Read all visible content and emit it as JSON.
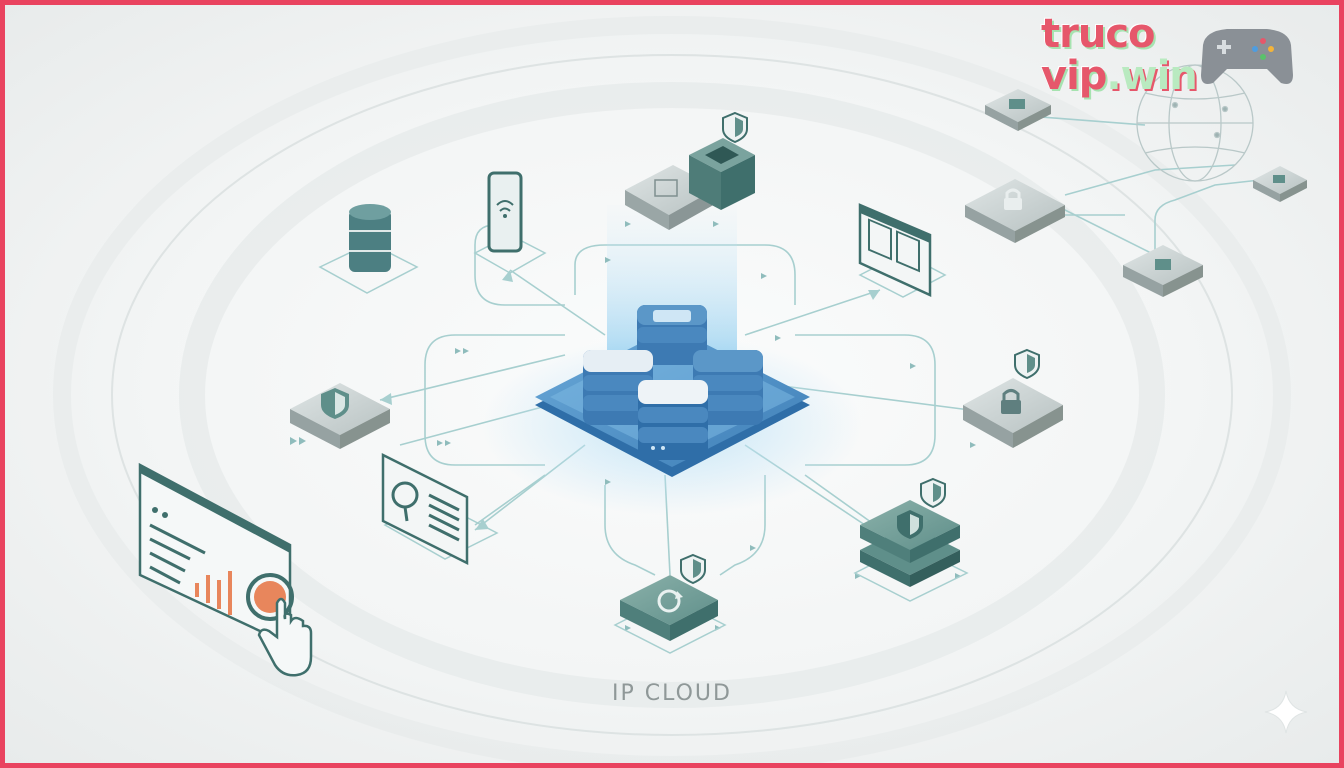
{
  "caption": {
    "text": "IP CLOUD"
  },
  "logo": {
    "line1": "truco",
    "line2_word": "vip",
    "line2_tld": ".win",
    "icon": "gamepad-icon"
  },
  "colors": {
    "frame": "#e9435f",
    "line": "#9cc7c7",
    "teal": "#5f8f8a",
    "teal_dark": "#3f6f6c",
    "cloud_blue": "#4d8fc6",
    "cloud_light": "#a9d3ee",
    "card_gray": "#c3cbcb",
    "accent_orange": "#e8865c"
  },
  "icons": [
    "database-icon",
    "smartphone-wifi-icon",
    "router-icon",
    "container-box-icon",
    "browser-window-icon",
    "shield-server-icon",
    "lock-server-icon",
    "search-document-icon",
    "dashboard-chart-icon",
    "hand-cursor-icon",
    "refresh-server-icon",
    "shield-stack-icon",
    "globe-icon",
    "sparkle-icon"
  ]
}
